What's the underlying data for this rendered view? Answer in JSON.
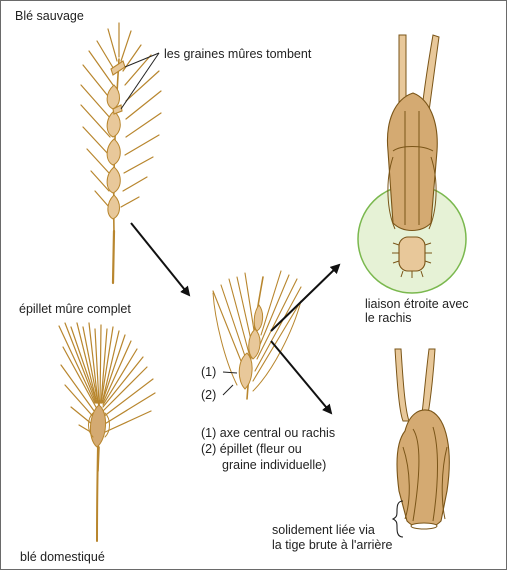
{
  "labels": {
    "wild_wheat": "Blé sauvage",
    "ripe_grains_fall": "les graines mûres tombent",
    "complete_ripe_spikelet": "épillet mûre complet",
    "domestic_wheat": "blé domestiqué",
    "tight_link_line1": "liaison étroite avec",
    "tight_link_line2": "le rachis",
    "marker_1": "(1)",
    "marker_2": "(2)",
    "legend_1": "(1) axe central ou rachis",
    "legend_2_line1": "(2) épillet (fleur ou",
    "legend_2_line2": "graine individuelle)",
    "firmly_bound_line1": "solidement liée via",
    "firmly_bound_line2": "la tige brute à l'arrière"
  },
  "colors": {
    "stalk": "#b8862e",
    "stalk_dark": "#7a5518",
    "grain_fill": "#d4aa72",
    "grain_light": "#e8c89a",
    "highlight_circle": "#e6f2d6",
    "highlight_stroke": "#7ab84e",
    "arrow": "#111111",
    "border": "#6a6a6a"
  }
}
